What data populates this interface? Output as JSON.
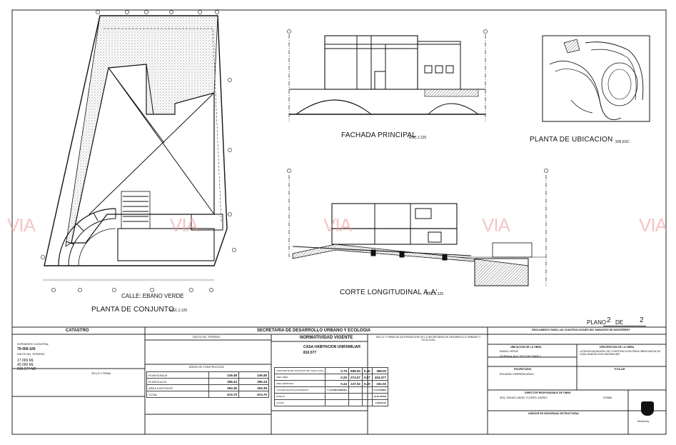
{
  "titles": {
    "site_plan": "PLANTA  DE CONJUNTO",
    "site_plan_scale": "ESC.1:125",
    "street": "CALLE: EBANO VERDE",
    "facade": "FACHADA PRINCIPAL",
    "facade_scale": "ESC.1:125",
    "location_plan": "PLANTA DE UBICACION",
    "location_scale": "SIN ESC",
    "section": "CORTE LONGITUDINAL A-A'",
    "section_scale": "ESC.1:125"
  },
  "sheet": {
    "label": "PLANO",
    "number": "2",
    "of_label": "DE",
    "total": "2"
  },
  "watermark": "VIA",
  "headers": {
    "catastro": "CATASTRO",
    "secretaria": "SECRETARIA DE DESARROLLO URBANO Y ECOLOGIA",
    "reglamento": "REGLAMENTO PARA LAS CONSTRUCCIONES DEL MUNICIPIO DE MONTERREY",
    "datos_terreno": "DATOS DEL TERRENO",
    "normatividad": "NORMATIVIDAD VIGENTE",
    "sello_firma": "SELLO Y FIRMA DE AUTORIZACION DE LA SECRETARIA DE DESARROLLO URBANO Y ECOLOGIA",
    "ubicacion_obra": "UBICACION DE LA OBRA",
    "descripcion_obra": "DESCRIPCION DE LA OBRA",
    "propietario": "PROPIETARIO",
    "titular": "TITULAR",
    "director": "DIRECTOR RESPONSABLE DE OBRA",
    "asesor": "ASESOR EN SEGURIDAD ESTRUCTURAL",
    "areas_construccion": "AREAS DE CONSTRUCCION",
    "sello_y_firma": "SELLO Y FIRMA"
  },
  "catastro": {
    "expediente_label": "EXPEDIENTE CATASTRAL",
    "expediente": "70-000-100",
    "datos_label": "DATOS DEL TERRENO",
    "frente": "17.000 ML",
    "fondo": "40.000 ML",
    "superficie": "810.577 M2"
  },
  "uso": "CASA HABITACION UNIFAMILIAR",
  "superficie_terreno": "810.577",
  "areas_rows": [
    {
      "name": "PLANTA BAJA",
      "value": "145.48",
      "total": "145.48"
    },
    {
      "name": "PLANTA ALTA",
      "value": "265.34",
      "total": "265.34"
    },
    {
      "name": "AREA EXISTENTE",
      "value": "263.36",
      "total": "263.36"
    },
    {
      "name": "TOTAL",
      "value": "674.70",
      "total": "674.70"
    }
  ],
  "normas_rows": [
    {
      "name": "COEFICIENTE DE OCUPACION DEL SUELO (COS)",
      "a": "0.75",
      "b": "608.00",
      "c": "0.45",
      "d": "368.00"
    },
    {
      "name": "AREA LIBRE",
      "a": "0.25",
      "b": "274.07",
      "c": "0.57",
      "d": "404.477"
    },
    {
      "name": "AREA JARDINADA",
      "a": "0.44",
      "b": "137.02",
      "c": "0.20",
      "d": "161.02"
    },
    {
      "name": "CAJONES DE ESTACIONAMIENTO",
      "a": "1 CAJON/VIVIENDA",
      "b": "",
      "c": "",
      "d": "8 CAJONES"
    },
    {
      "name": "NIVELES",
      "a": "",
      "b": "",
      "c": "",
      "d": "10.00 PISOS"
    },
    {
      "name": "ALTURA",
      "a": "",
      "b": "",
      "c": "",
      "d": "2 NIVELES"
    }
  ],
  "obra": {
    "calle": "EBANO VERDE",
    "fraccionamiento": "SIERRA ALTA 9° SECTOR ETAPA 2",
    "descripcion": "LICENCIA MUNICIPAL DE CONSTRUCCION PARA OBRA NUEVA DE CASA HABITACION UNIFAMILIAR",
    "propietario": "EDUARDO HERRERA ARIAS",
    "director": "ARQ. MIGUEL ANGEL FLORES JUAREZ",
    "cedula": "870886",
    "municipio": "Monterrey"
  }
}
